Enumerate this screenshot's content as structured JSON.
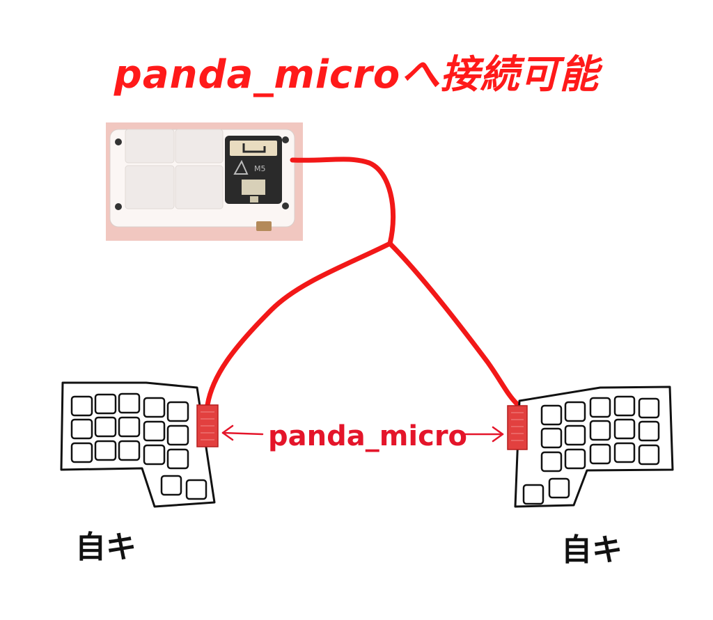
{
  "title": "panda_microへ接続可能",
  "connector_label": "panda_micro",
  "left_keyboard": {
    "label": "自キ"
  },
  "right_keyboard": {
    "label": "自キ"
  },
  "device": {
    "module_mark": "M5"
  },
  "colors": {
    "accent": "#ff1a1a",
    "cable": "#f21818",
    "label": "#e4152a",
    "outline": "#111111"
  }
}
